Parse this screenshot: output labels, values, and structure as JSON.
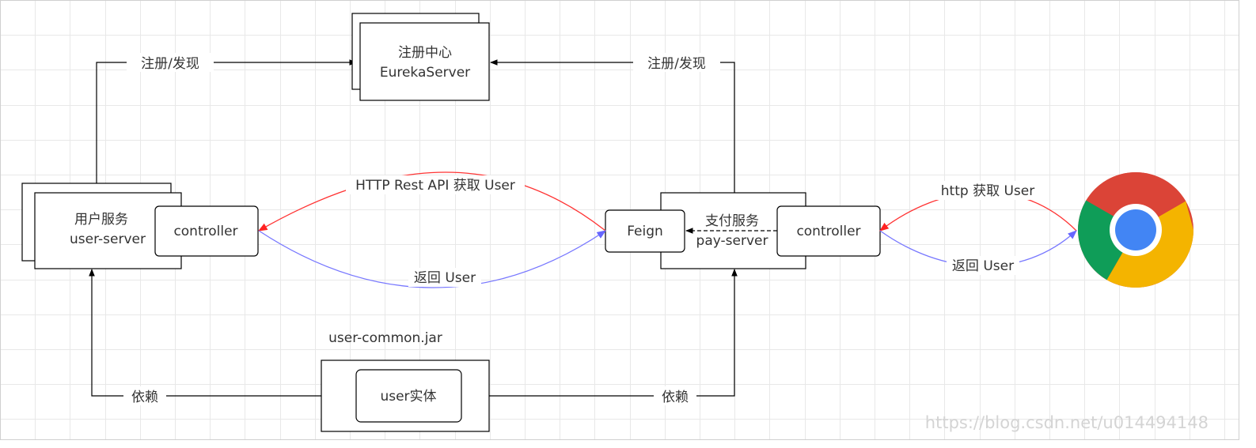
{
  "nodes": {
    "registry": {
      "line1": "注册中心",
      "line2": "EurekaServer"
    },
    "user_service": {
      "line1": "用户服务",
      "line2": "user-server",
      "controller": "controller"
    },
    "pay_service": {
      "line1": "支付服务",
      "line2": "pay-server",
      "controller": "controller",
      "feign": "Feign"
    },
    "common": {
      "jar_label": "user-common.jar",
      "entity": "user实体"
    },
    "browser": {
      "icon": "chrome-icon"
    }
  },
  "edges": {
    "user_register": "注册/发现",
    "pay_register": "注册/发现",
    "http_rest_get": "HTTP Rest API 获取 User",
    "return_user_mid": "返回 User",
    "http_get": "http 获取 User",
    "return_user_right": "返回 User",
    "depend_left": "依赖",
    "depend_right": "依赖"
  },
  "watermark": "https://blog.csdn.net/u014494148",
  "colors": {
    "request": "#ff3333",
    "response": "#7777ff",
    "line": "#000000"
  }
}
